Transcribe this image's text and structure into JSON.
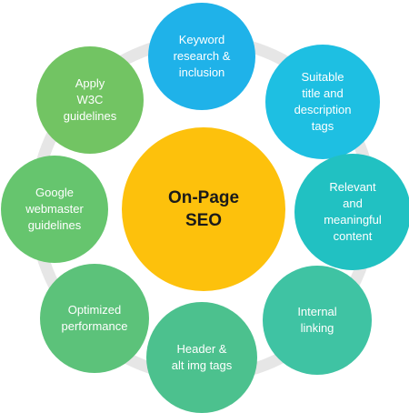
{
  "center": {
    "label": "On-Page\nSEO",
    "color": "#fdc10c"
  },
  "ring_color": "#e6e6e6",
  "nodes": [
    {
      "label": "Keyword\nresearch &\ninclusion",
      "color": "#1fb2e9"
    },
    {
      "label": "Suitable\ntitle and\ndescription\ntags",
      "color": "#1ebfe2"
    },
    {
      "label": "Relevant\nand\nmeaningful\ncontent",
      "color": "#21c1c2"
    },
    {
      "label": "Internal\nlinking",
      "color": "#3fc3a3"
    },
    {
      "label": "Header &\nalt img tags",
      "color": "#4cc18e"
    },
    {
      "label": "Optimized\nperformance",
      "color": "#5cc27a"
    },
    {
      "label": "Google\nwebmaster\nguidelines",
      "color": "#66c56e"
    },
    {
      "label": "Apply\nW3C\nguidelines",
      "color": "#72c463"
    }
  ]
}
